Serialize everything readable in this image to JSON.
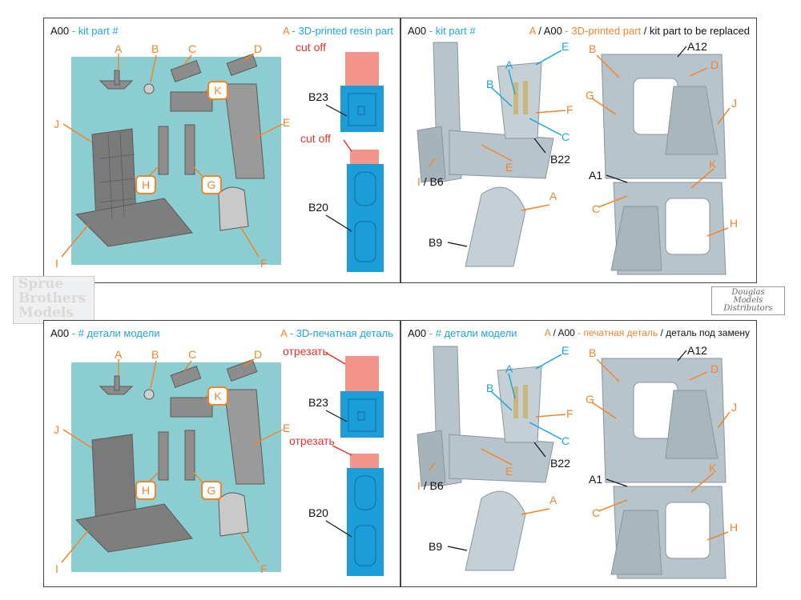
{
  "top": {
    "left_header": {
      "code": "A00",
      "kit": " - kit part #",
      "resin_code": "A",
      "resin": " - 3D-printed resin part"
    },
    "right_header": {
      "code": "A00",
      "kit": " - kit part #",
      "codes": "A",
      "slash": " / A00",
      "printed": " - 3D-printed part",
      "replaced": " / kit part to be replaced"
    },
    "cut_off": "cut off"
  },
  "bottom": {
    "left_header": {
      "code": "A00",
      "kit": " - # детали модели",
      "resin_code": "A",
      "resin": " - 3D-печатная деталь"
    },
    "right_header": {
      "code": "A00",
      "kit": " - # детали модели",
      "codes": "A",
      "slash": " / A00",
      "printed": " - печатная деталь",
      "replaced": " / деталь под замену"
    },
    "cut_off": "отрезать"
  },
  "letters": {
    "A": "A",
    "B": "B",
    "C": "C",
    "D": "D",
    "E": "E",
    "F": "F",
    "G": "G",
    "H": "H",
    "I": "I",
    "J": "J",
    "K": "K"
  },
  "parts": {
    "B23": "B23",
    "B20": "B20",
    "B22": "B22",
    "B6": "/ B6",
    "B9": "B9",
    "A12": "A12",
    "A1": "A1"
  },
  "watermark": {
    "line1": "Sprue",
    "line2": "Brothers",
    "line3": "Models"
  },
  "logo": {
    "line1": "Douglas",
    "line2": "Models",
    "line3": "Distributors"
  },
  "colors": {
    "accent_orange": "#f0852d",
    "accent_cyan": "#1fa6d6",
    "cut_red": "#e8332f",
    "sheet_teal": "#8bcdd1",
    "part_blue": "#1b9dd8",
    "cut_pink": "#f4958d"
  }
}
